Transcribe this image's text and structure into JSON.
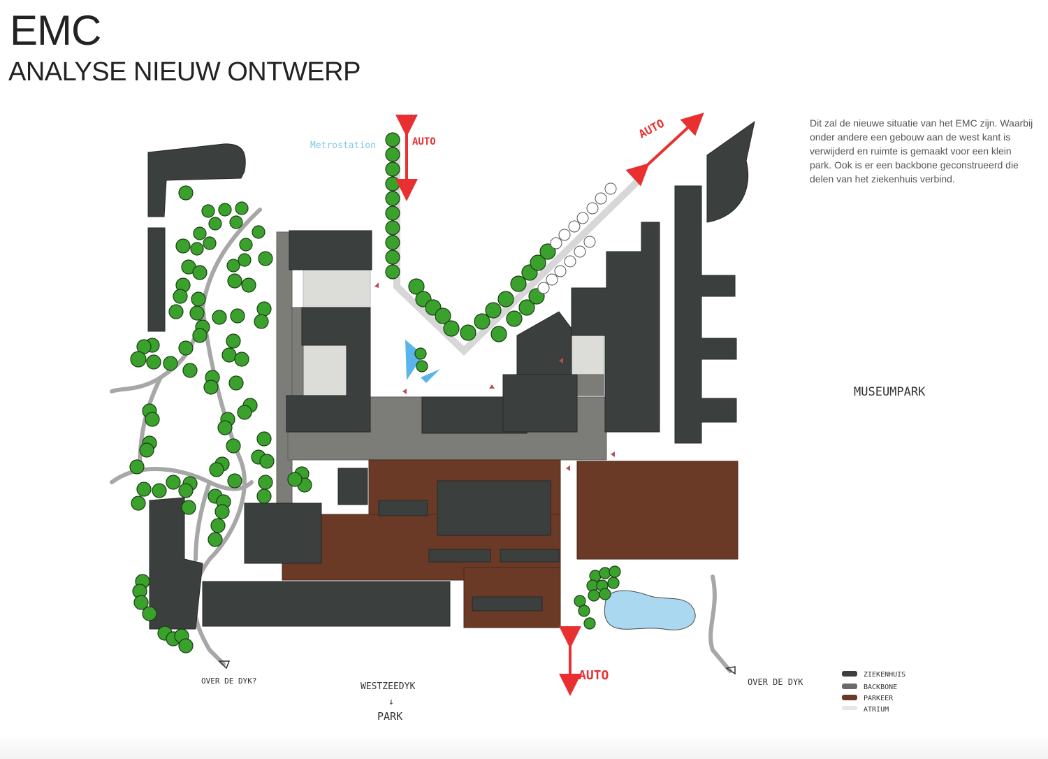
{
  "header": {
    "title": "EMC",
    "subtitle": "ANALYSE NIEUW ONTWERP"
  },
  "description": "Dit zal de nieuwe situatie van het EMC zijn. Waarbij onder andere een gebouw aan de west kant is verwijderd en ruimte is gemaakt voor een klein park. Ook is er een backbone geconstrueerd die delen van het ziekenhuis verbind.",
  "map_labels": {
    "metrostation": "Metrostation",
    "auto_top": "AUTO",
    "auto_diag": "AUTO",
    "auto_bottom": "AUTO",
    "museumpark": "MUSEUMPARK",
    "over_de_dyk_left": "OVER DE DYK?",
    "westzeedyk": "WESTZEEDYK",
    "park": "PARK",
    "over_de_dyk_right": "OVER DE DYK"
  },
  "legend": [
    {
      "label": "ZIEKENHUIS",
      "color": "#3b3f3d"
    },
    {
      "label": "BACKBONE",
      "color": "#6a6a66"
    },
    {
      "label": "PARKEER",
      "color": "#6b3a26"
    },
    {
      "label": "ATRIUM",
      "color": "#e6e6e2"
    }
  ],
  "colors": {
    "ziekenhuis": "#3b3f3d",
    "backbone": "#7a7a76",
    "parkeer": "#6b3a26",
    "atrium": "#dcdcd8",
    "tree": "#3aa12c",
    "water": "#a9d8f0",
    "arrow": "#e83030"
  }
}
